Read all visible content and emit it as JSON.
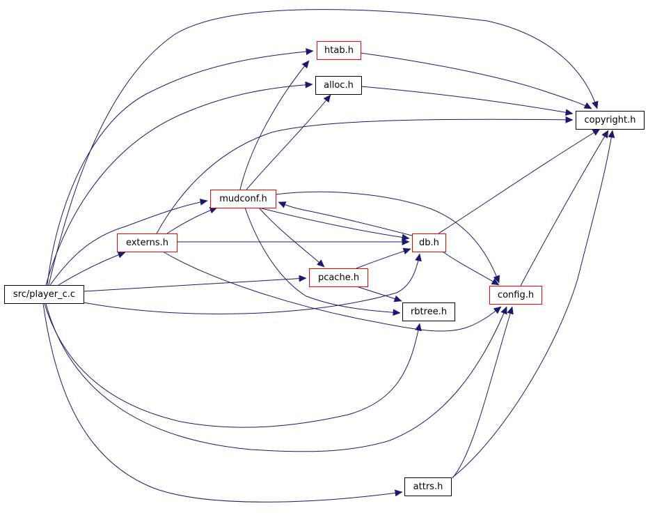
{
  "colors": {
    "edge": "#191970",
    "node_border_default": "#000000",
    "node_border_truncated": "#ff0000",
    "node_fill_root": "#bfbfbf",
    "node_fill_default": "#ffffff"
  },
  "nodes": [
    {
      "id": "player_c",
      "label": "src/player_c.c",
      "kind": "root"
    },
    {
      "id": "externs",
      "label": "externs.h",
      "kind": "truncated"
    },
    {
      "id": "mudconf",
      "label": "mudconf.h",
      "kind": "truncated"
    },
    {
      "id": "htab",
      "label": "htab.h",
      "kind": "truncated"
    },
    {
      "id": "alloc",
      "label": "alloc.h",
      "kind": "default"
    },
    {
      "id": "copyright",
      "label": "copyright.h",
      "kind": "default"
    },
    {
      "id": "db",
      "label": "db.h",
      "kind": "truncated"
    },
    {
      "id": "pcache",
      "label": "pcache.h",
      "kind": "truncated"
    },
    {
      "id": "rbtree",
      "label": "rbtree.h",
      "kind": "default"
    },
    {
      "id": "config",
      "label": "config.h",
      "kind": "truncated"
    },
    {
      "id": "attrs",
      "label": "attrs.h",
      "kind": "default"
    }
  ],
  "edges": [
    {
      "from": "player_c",
      "to": "copyright"
    },
    {
      "from": "player_c",
      "to": "htab"
    },
    {
      "from": "player_c",
      "to": "alloc"
    },
    {
      "from": "player_c",
      "to": "mudconf"
    },
    {
      "from": "player_c",
      "to": "externs"
    },
    {
      "from": "player_c",
      "to": "pcache"
    },
    {
      "from": "player_c",
      "to": "db"
    },
    {
      "from": "player_c",
      "to": "rbtree"
    },
    {
      "from": "player_c",
      "to": "config"
    },
    {
      "from": "player_c",
      "to": "attrs"
    },
    {
      "from": "externs",
      "to": "mudconf"
    },
    {
      "from": "externs",
      "to": "db"
    },
    {
      "from": "externs",
      "to": "copyright"
    },
    {
      "from": "externs",
      "to": "config"
    },
    {
      "from": "mudconf",
      "to": "htab"
    },
    {
      "from": "mudconf",
      "to": "alloc"
    },
    {
      "from": "mudconf",
      "to": "db"
    },
    {
      "from": "mudconf",
      "to": "pcache"
    },
    {
      "from": "mudconf",
      "to": "rbtree"
    },
    {
      "from": "mudconf",
      "to": "config"
    },
    {
      "from": "htab",
      "to": "copyright"
    },
    {
      "from": "alloc",
      "to": "copyright"
    },
    {
      "from": "db",
      "to": "mudconf"
    },
    {
      "from": "db",
      "to": "copyright"
    },
    {
      "from": "db",
      "to": "config"
    },
    {
      "from": "pcache",
      "to": "db"
    },
    {
      "from": "pcache",
      "to": "rbtree"
    },
    {
      "from": "config",
      "to": "copyright"
    },
    {
      "from": "attrs",
      "to": "config"
    },
    {
      "from": "attrs",
      "to": "copyright"
    }
  ]
}
